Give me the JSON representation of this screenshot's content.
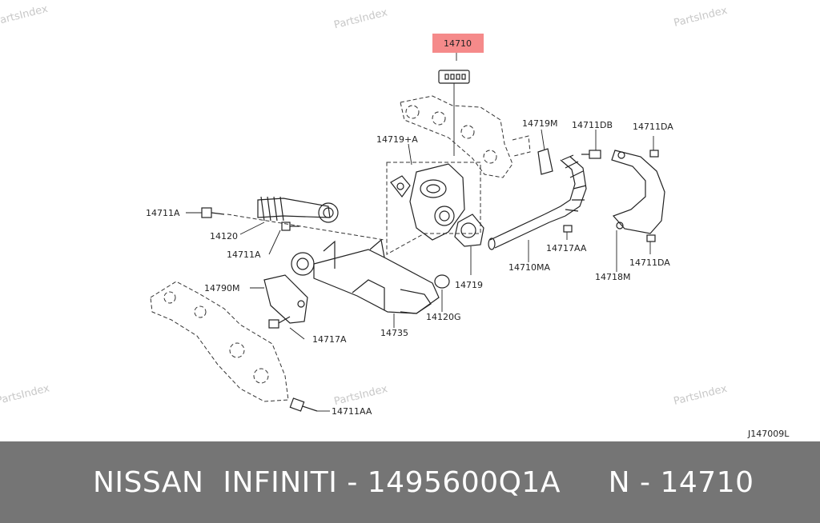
{
  "watermark": "PartsIndex",
  "diagram_code": "J147009L",
  "highlight_color": "#f58a8a",
  "footer_color": "#757575",
  "highlighted_part": "14710",
  "labels": {
    "p14719A": "14719+A",
    "p14719M": "14719M",
    "p14711DB": "14711DB",
    "p14711DA_top": "14711DA",
    "p14711A_left": "14711A",
    "p14120": "14120",
    "p14711A_mid": "14711A",
    "p14790M": "14790M",
    "p14719": "14719",
    "p14717AA": "14717AA",
    "p14710MA": "14710MA",
    "p14711DA_bottom": "14711DA",
    "p14718M": "14718M",
    "p14120G": "14120G",
    "p14735": "14735",
    "p14717A": "14717A",
    "p14711AA": "14711AA"
  },
  "footer": {
    "text": "NISSAN  INFINITI - 1495600Q1A     N - 14710"
  }
}
